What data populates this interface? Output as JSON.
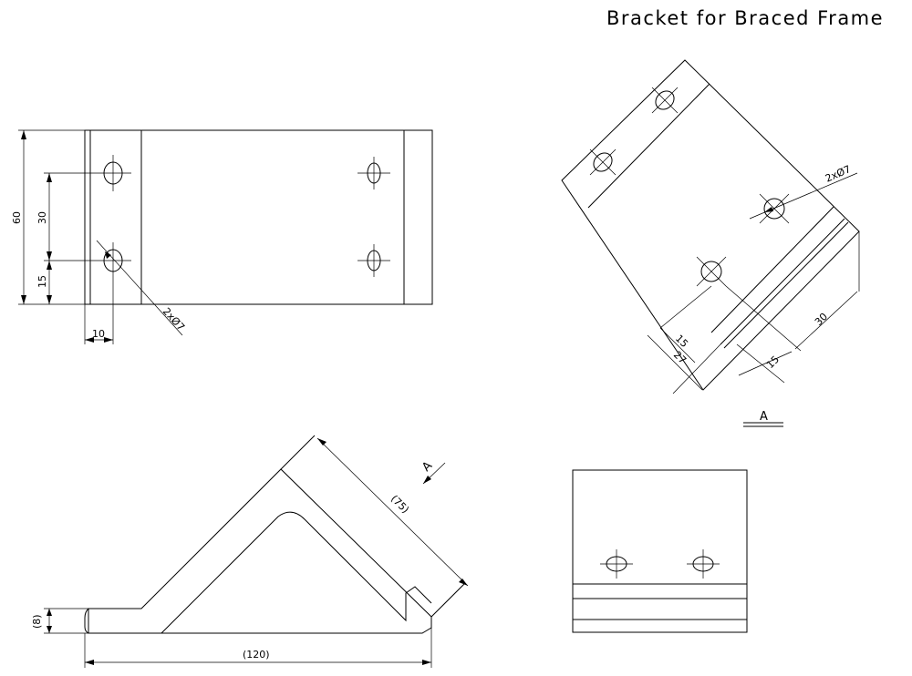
{
  "title": "Bracket for Braced Frame",
  "top_view": {
    "dim_height": "60",
    "dim_hole_spacing": "30",
    "dim_hole_from_bottom": "15",
    "dim_hole_from_left": "10",
    "hole_callout": "2xØ7"
  },
  "rotated_view": {
    "hole_callout": "2xØ7",
    "dim_15a": "15",
    "dim_27": "27",
    "dim_15b": "15",
    "dim_30": "30"
  },
  "section_label": "A",
  "side_view": {
    "dim_length": "(120)",
    "dim_thickness": "(8)",
    "dim_diagonal": "(75)",
    "view_arrow_label": "A"
  }
}
